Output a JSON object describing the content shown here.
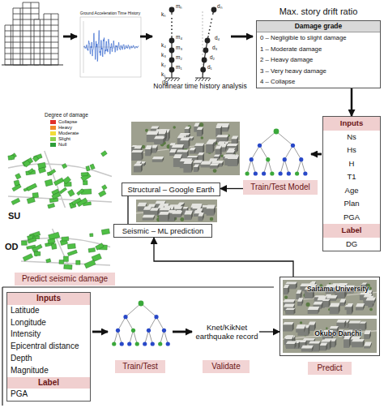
{
  "diagram": {
    "nodes": [
      {
        "text": [
          "Max. story drift ratio",
          "Damage grade",
          "0 – Negligible to slight damage",
          "1 – Moderate damage",
          "2 – Heavy damage",
          "3 – Very heavy damage",
          "4 – Collapse"
        ]
      },
      {
        "text": [
          "Inputs",
          "Ns",
          "Hs",
          "H",
          "T1",
          "Age",
          "Plan",
          "PGA",
          "Label",
          "DG"
        ]
      },
      {
        "text": [
          "Train/Test Model"
        ]
      },
      {
        "text": [
          "Structural – Google Earth"
        ]
      },
      {
        "text": [
          "Seismic – ML prediction"
        ]
      },
      {
        "text": [
          "Predict seismic damage"
        ]
      },
      {
        "text": [
          "Inputs",
          "Latitude",
          "Longitude",
          "Intensity",
          "Epicentral distance",
          "Depth",
          "Magnitude",
          "Label",
          "PGA"
        ]
      },
      {
        "text": [
          "Train/Test"
        ]
      },
      {
        "text": [
          "Knet/KikNet earthquake record"
        ]
      },
      {
        "text": [
          "Validate"
        ]
      },
      {
        "text": [
          "Saitama University",
          "Okubo Danchi"
        ]
      },
      {
        "text": [
          "Predict"
        ]
      }
    ],
    "edges": [
      {
        "from": 0,
        "to": 1,
        "arrow": "to"
      },
      {
        "from": 2,
        "to": 3,
        "arrow": "to"
      },
      {
        "from": 4,
        "to": 3,
        "arrow": "none"
      },
      {
        "from": 10,
        "to": 4,
        "arrow": "to"
      },
      {
        "from": 8,
        "to": 10,
        "arrow": "to"
      }
    ],
    "labels": [
      "Ground Acceleration Time History",
      "kₙ",
      "mₙ",
      "k₄",
      "m₄",
      "k₃",
      "m₃",
      "k₂",
      "m₂",
      "k₁",
      "m₁",
      "üg",
      "dₙ",
      "d₄",
      "d₃",
      "d₂",
      "d₁",
      "Nonlinear time history analysis",
      "Degree of damage",
      "SU",
      "OD"
    ],
    "legend": [
      {
        "text": "Collapse",
        "color": "#e0302a"
      },
      {
        "text": "Heavy",
        "color": "#f08a2a"
      },
      {
        "text": "Moderate",
        "color": "#f3dc3a"
      },
      {
        "text": "Slight",
        "color": "#8fd14f"
      },
      {
        "text": "Null",
        "color": "#2e9e3a"
      }
    ]
  }
}
